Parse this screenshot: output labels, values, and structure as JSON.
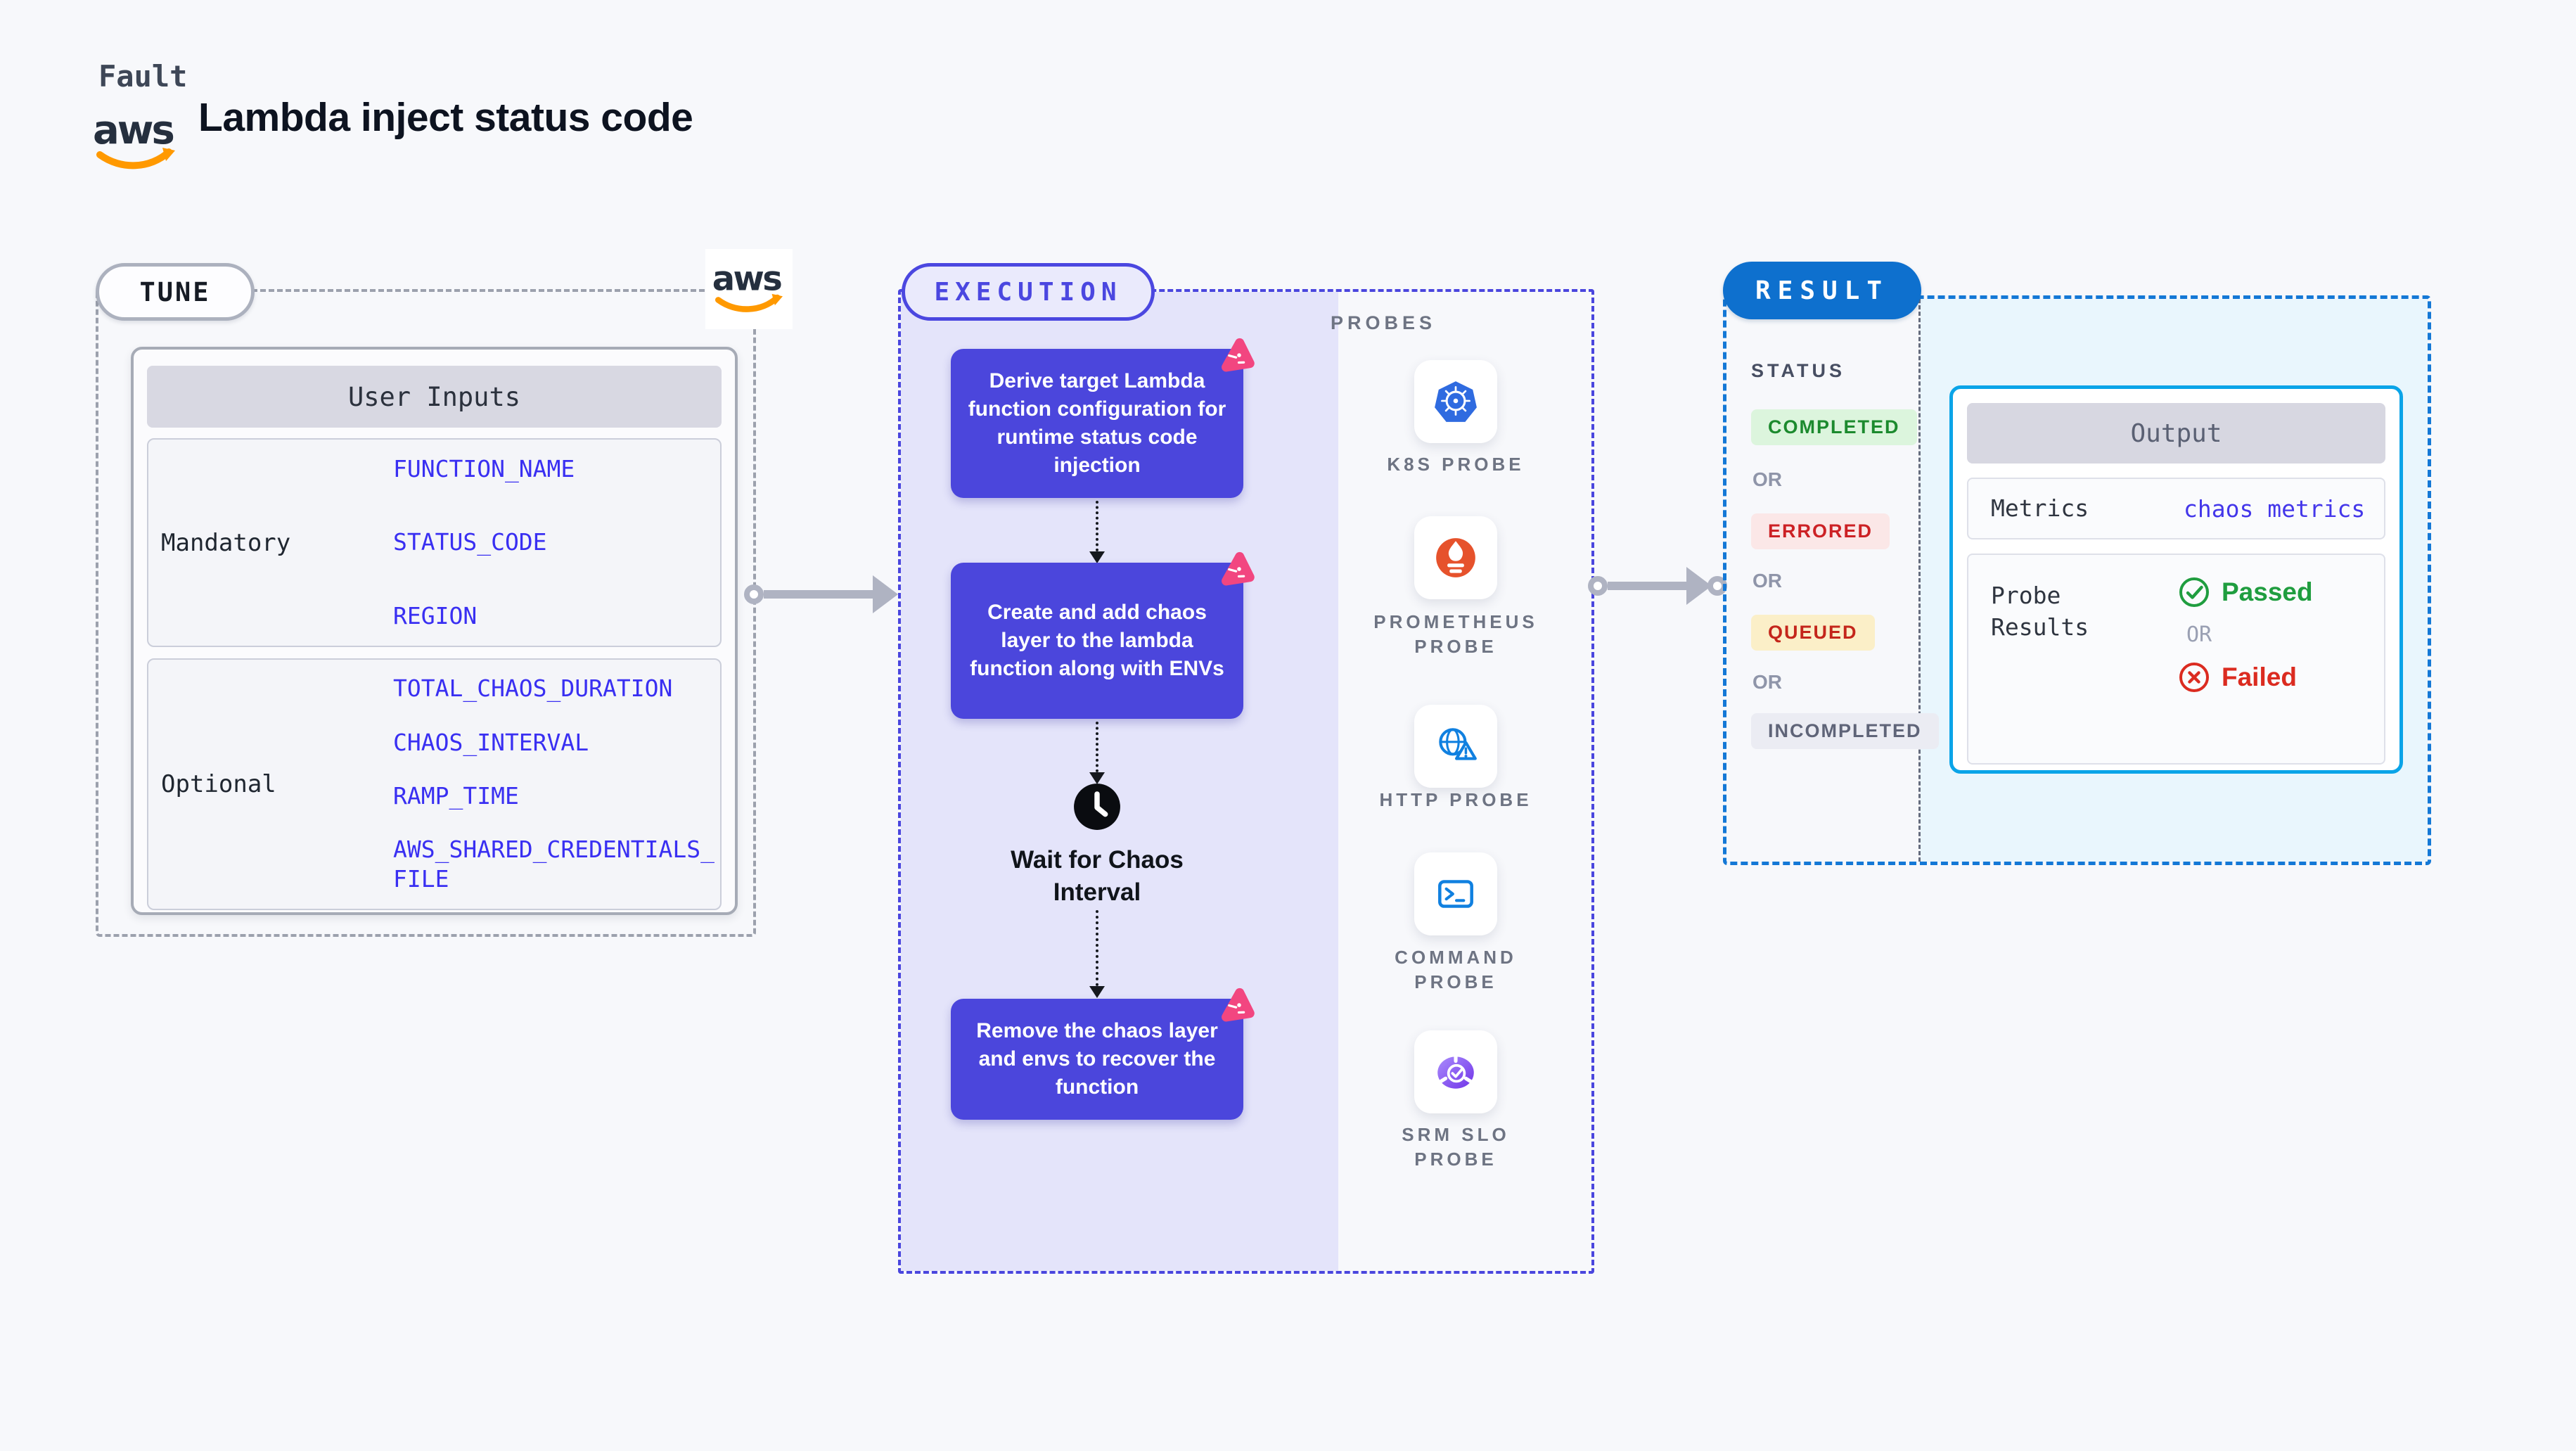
{
  "header": {
    "kicker": "Fault",
    "title": "Lambda inject status code"
  },
  "aws": {
    "label": "aws"
  },
  "tune": {
    "badge": "TUNE",
    "table_header": "User Inputs",
    "mandatory_label": "Mandatory",
    "mandatory_params": [
      "FUNCTION_NAME",
      "STATUS_CODE",
      "REGION"
    ],
    "optional_label": "Optional",
    "optional_params": [
      "TOTAL_CHAOS_DURATION",
      "CHAOS_INTERVAL",
      "RAMP_TIME",
      "AWS_SHARED_CREDENTIALS_FILE"
    ]
  },
  "execution": {
    "badge": "EXECUTION",
    "steps": [
      "Derive target Lambda function configuration for runtime status code injection",
      "Create and add chaos layer to the lambda function along with ENVs",
      "Remove the chaos layer and envs to recover the function"
    ],
    "wait_step": "Wait for Chaos Interval"
  },
  "probes": {
    "heading": "PROBES",
    "items": [
      {
        "label": "K8S PROBE",
        "icon": "kubernetes-icon"
      },
      {
        "label": "PROMETHEUS PROBE",
        "icon": "prometheus-icon"
      },
      {
        "label": "HTTP PROBE",
        "icon": "http-globe-icon"
      },
      {
        "label": "COMMAND PROBE",
        "icon": "terminal-icon"
      },
      {
        "label": "SRM SLO PROBE",
        "icon": "slo-chart-icon"
      }
    ]
  },
  "result": {
    "badge": "RESULT",
    "status_heading": "STATUS",
    "or": "OR",
    "statuses": [
      {
        "label": "COMPLETED",
        "color": "#1C8A2E",
        "bg": "#DCF5DD"
      },
      {
        "label": "ERRORED",
        "color": "#CC2125",
        "bg": "#FBE7E7"
      },
      {
        "label": "QUEUED",
        "color": "#C4261B",
        "bg": "#FBEFC8"
      },
      {
        "label": "INCOMPLETED",
        "color": "#5F6478",
        "bg": "#EBECF3"
      }
    ],
    "output": {
      "header": "Output",
      "metrics_label": "Metrics",
      "metrics_value": "chaos metrics",
      "probe_results_label": "Probe Results",
      "passed": "Passed",
      "or": "OR",
      "failed": "Failed",
      "passed_color": "#1F9D3F",
      "failed_color": "#DB2B20"
    }
  },
  "colors": {
    "page_bg": "#F7F8FB",
    "accent_indigo": "#4B46DC",
    "execution_panel_bg": "#E4E4FA",
    "param_blue": "#392FF2",
    "dashed_gray": "#9CA1AD",
    "arrow_gray": "#AFB3C2",
    "result_blue": "#0E70CE",
    "result_dashed_blue": "#1478D6",
    "result_panel_bg": "#E9F6FD",
    "output_border_cyan": "#0AA4E8",
    "aws_orange": "#FF9900",
    "pink_badge": "#F24680",
    "k8s_blue": "#2F6BE0",
    "prometheus_orange": "#E6522C",
    "http_blue": "#1080E0",
    "srm_purple": "#7C3AED",
    "clock_black": "#0A0C10"
  }
}
